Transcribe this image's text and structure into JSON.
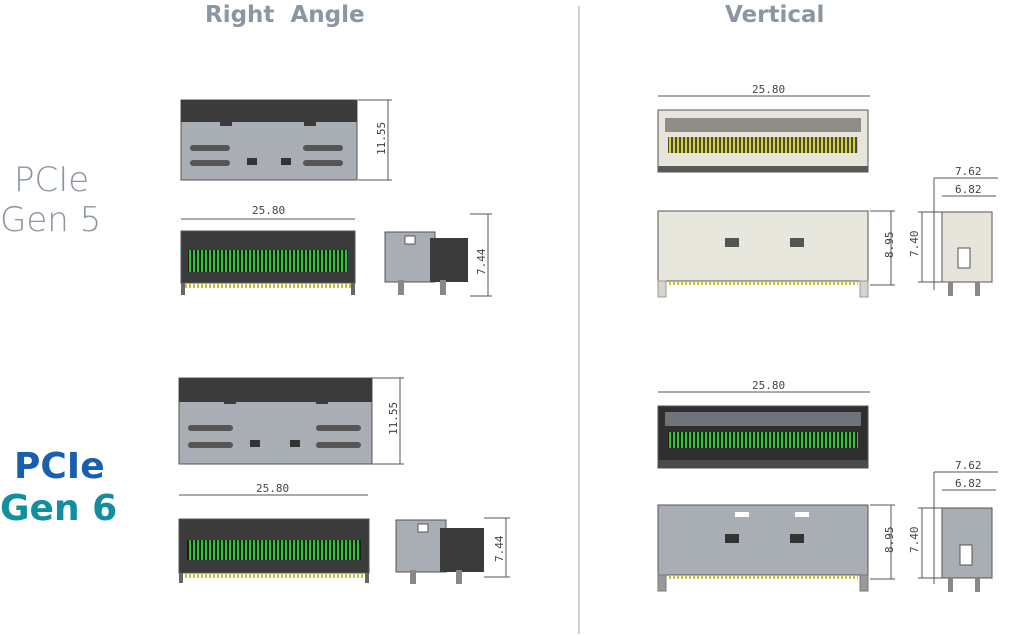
{
  "headers": {
    "right_angle": "Right  Angle",
    "vertical": "Vertical"
  },
  "rows": {
    "gen5": {
      "line1": "PCIe",
      "line2": "Gen  5",
      "color": "#8a96a3"
    },
    "gen6": {
      "line1": "PCIe",
      "line2": "Gen 6",
      "color_line1": "#1a5faf",
      "color_line2": "#128f9f"
    }
  },
  "dims": {
    "ra_height_top": "11.55",
    "ra_width": "25.80",
    "ra_side_height": "7.44",
    "v_width": "25.80",
    "v_height": "8.95",
    "v_side_outer": "7.62",
    "v_side_inner": "6.82",
    "v_side_height": "7.40"
  },
  "colors": {
    "housing_dark": "#3b3b3b",
    "shell_grey": "#a9aeb5",
    "contacts_green": "#2ec43a",
    "contacts_yellow": "#d7d23a",
    "divider": "#c9d3dc"
  }
}
